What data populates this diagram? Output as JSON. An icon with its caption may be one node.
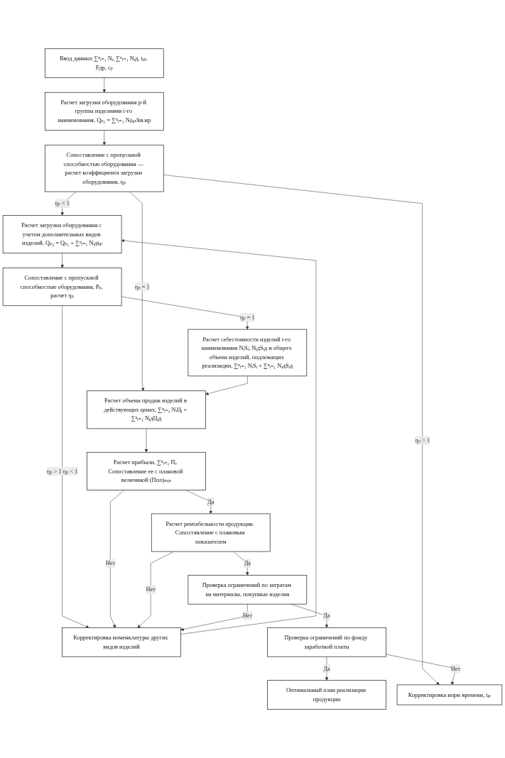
{
  "diagram": {
    "nodes": [
      {
        "text": [
          "Ввод данных ∑ⁿᵢ₌₁ Nᵢ, ∑ⁿᵢ₌₁ Nᵢд, tᵢₚ, Fдр, cₚ"
        ]
      },
      {
        "text": [
          "Расчет загрузки оборудования p-й группы изделиями i-го наименования, Qₚ₁ = ∑ⁿᵢ₌₁ Nᵢtᵢₚ/kв.нр"
        ]
      },
      {
        "text": [
          "Сопоставление с пропускной способностью оборудования — расчет коэффициента загрузки оборудования, ηₚ"
        ]
      },
      {
        "text": [
          "Расчет загрузки оборудования с учетом дополнительных видов изделий, Qₚ₂ = Qₚ₁ + ∑ⁿᵢ₌₁ Nᵢдtᵢₚ"
        ]
      },
      {
        "text": [
          "Корректировка норм времени, tᵢₚ"
        ]
      },
      {
        "text": [
          "Сопоставление с пропускной способностью оборудования, Pₚ, расчет ηₚ"
        ]
      },
      {
        "text": [
          "Корректировка номенклатуры других видов изделий"
        ]
      },
      {
        "text": [
          "Расчет себестоимости изделий i-го наименования NᵢSᵢ; NᵢдSᵢд и общего объема изделий, подлежащих реализации, ∑ⁿᵢ₌₁ NᵢSᵢ + ∑ⁿᵢ₌₁ NᵢдSᵢд"
        ]
      },
      {
        "text": [
          "Расчет объема продаж изделий в действующих ценах, ∑ⁿᵢ₌₁ NᵢЦᵢ + ∑ⁿᵢ₌₁ NᵢдЦᵢд"
        ]
      },
      {
        "text": [
          "Расчет прибыли, ∑ⁿᵢ₌₁ Пᵢ. Сопоставление ее с плановой величиной (Ппл)ₘᵢₙ"
        ]
      },
      {
        "text": [
          "Расчет рентабельности продукции. Сопоставление с плановым показателем"
        ]
      },
      {
        "text": [
          "Проверка ограничений по затратам на материалы, покупные изделия"
        ]
      },
      {
        "text": [
          "Проверка ограничений по фонду заработной платы"
        ]
      },
      {
        "text": [
          "Оптимальный план реализации продукции"
        ]
      }
    ],
    "edges": [
      {
        "from": 0,
        "to": 1,
        "arrow": "to"
      },
      {
        "from": 1,
        "to": 2,
        "arrow": "to"
      },
      {
        "from": 2,
        "to": 3,
        "arrow": "to",
        "label": "ηₚ < 1"
      },
      {
        "from": 2,
        "to": 4,
        "arrow": "to",
        "label": "ηₚ > 1"
      },
      {
        "from": 2,
        "to": 8,
        "arrow": "to",
        "label": "ηₚ = 1"
      },
      {
        "from": 3,
        "to": 5,
        "arrow": "to"
      },
      {
        "from": 5,
        "to": 6,
        "arrow": "to",
        "label": "ηₚ > 1 ηₚ < 1"
      },
      {
        "from": 6,
        "to": 3,
        "arrow": "to"
      },
      {
        "from": 5,
        "to": 7,
        "arrow": "to",
        "label": "ηₚ = 1"
      },
      {
        "from": 7,
        "to": 8,
        "arrow": "to"
      },
      {
        "from": 8,
        "to": 9,
        "arrow": "to"
      },
      {
        "from": 9,
        "to": 10,
        "arrow": "to",
        "label": "Да"
      },
      {
        "from": 10,
        "to": 11,
        "arrow": "to",
        "label": "Да"
      },
      {
        "from": 11,
        "to": 12,
        "arrow": "to",
        "label": "Да"
      },
      {
        "from": 12,
        "to": 13,
        "arrow": "to",
        "label": "Да"
      },
      {
        "from": 9,
        "to": 6,
        "arrow": "to",
        "label": "Нет"
      },
      {
        "from": 10,
        "to": 6,
        "arrow": "to",
        "label": "Нет"
      },
      {
        "from": 11,
        "to": 6,
        "arrow": "to",
        "label": "Нет"
      },
      {
        "from": 12,
        "to": 4,
        "arrow": "to",
        "label": "Нет"
      }
    ]
  }
}
